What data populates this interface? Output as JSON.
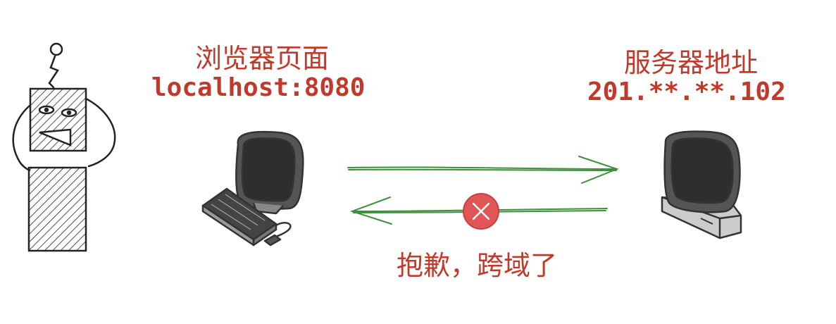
{
  "browser": {
    "title": "浏览器页面",
    "address": "localhost:8080"
  },
  "server": {
    "title": "服务器地址",
    "address": "201.**.**.102"
  },
  "error": {
    "message": "抱歉，跨域了",
    "icon": "error-x-icon"
  },
  "colors": {
    "label": "#c0392b",
    "arrow": "#3e8e3e",
    "error_fill": "#e05555"
  }
}
